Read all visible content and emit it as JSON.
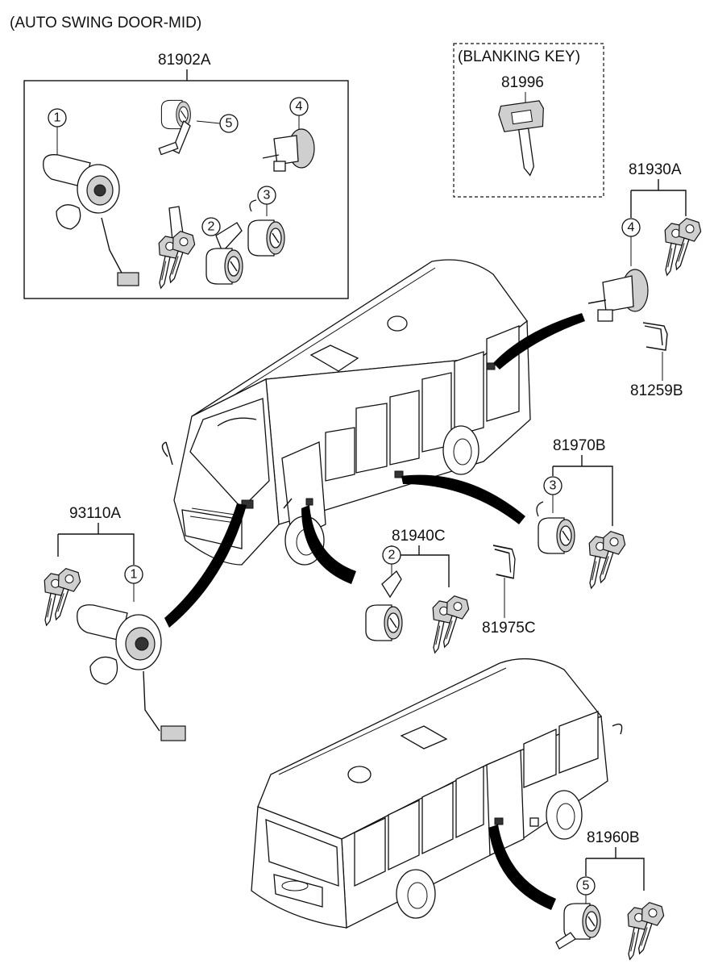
{
  "title": "(AUTO SWING DOOR-MID)",
  "labels": {
    "kit": "81902A",
    "blanking_key_box": "(BLANKING KEY)",
    "blanking_key": "81996",
    "lock_81930A": "81930A",
    "clip_81259B": "81259B",
    "lock_81970B": "81970B",
    "lock_81940C": "81940C",
    "clip_81975C": "81975C",
    "switch_93110A": "93110A",
    "lock_81960B": "81960B"
  },
  "callouts": [
    "1",
    "2",
    "3",
    "4",
    "5"
  ],
  "colors": {
    "line": "#111111",
    "background": "#ffffff",
    "shade": "#cfcfcf"
  }
}
